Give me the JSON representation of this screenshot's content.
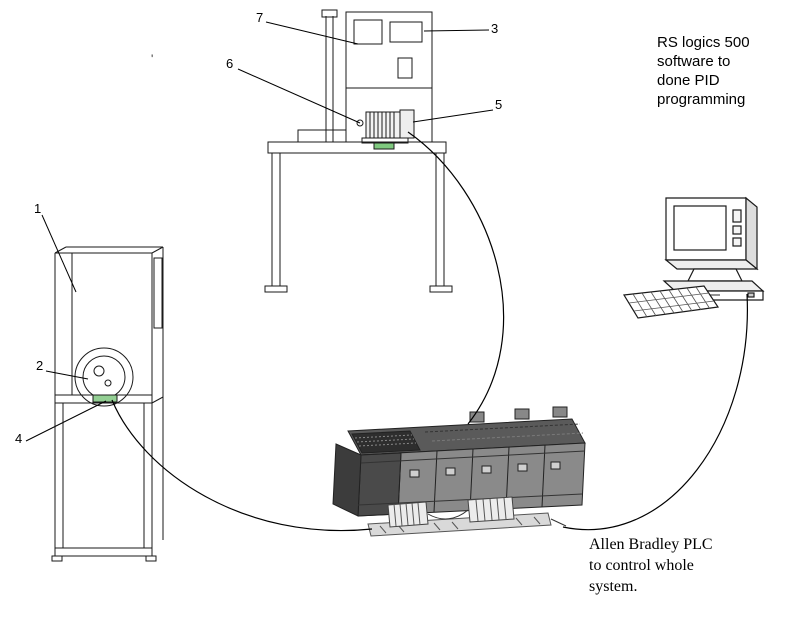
{
  "callouts": {
    "n1": "1",
    "n2": "2",
    "n3": "3",
    "n4": "4",
    "n5": "5",
    "n6": "6",
    "n7": "7"
  },
  "notes": {
    "software": [
      "RS logics 500",
      "software to",
      "done PID",
      "programming"
    ],
    "plc": [
      "Allen Bradley PLC",
      "to control whole",
      "system."
    ]
  },
  "misc": {
    "stray_mark": "'"
  },
  "colors": {
    "indicator_green": "#93cf93",
    "motor_green": "#7fc97f",
    "line": "#000000",
    "plc_dark": "#3c3c3c",
    "plc_mid": "#8a8a8a"
  }
}
